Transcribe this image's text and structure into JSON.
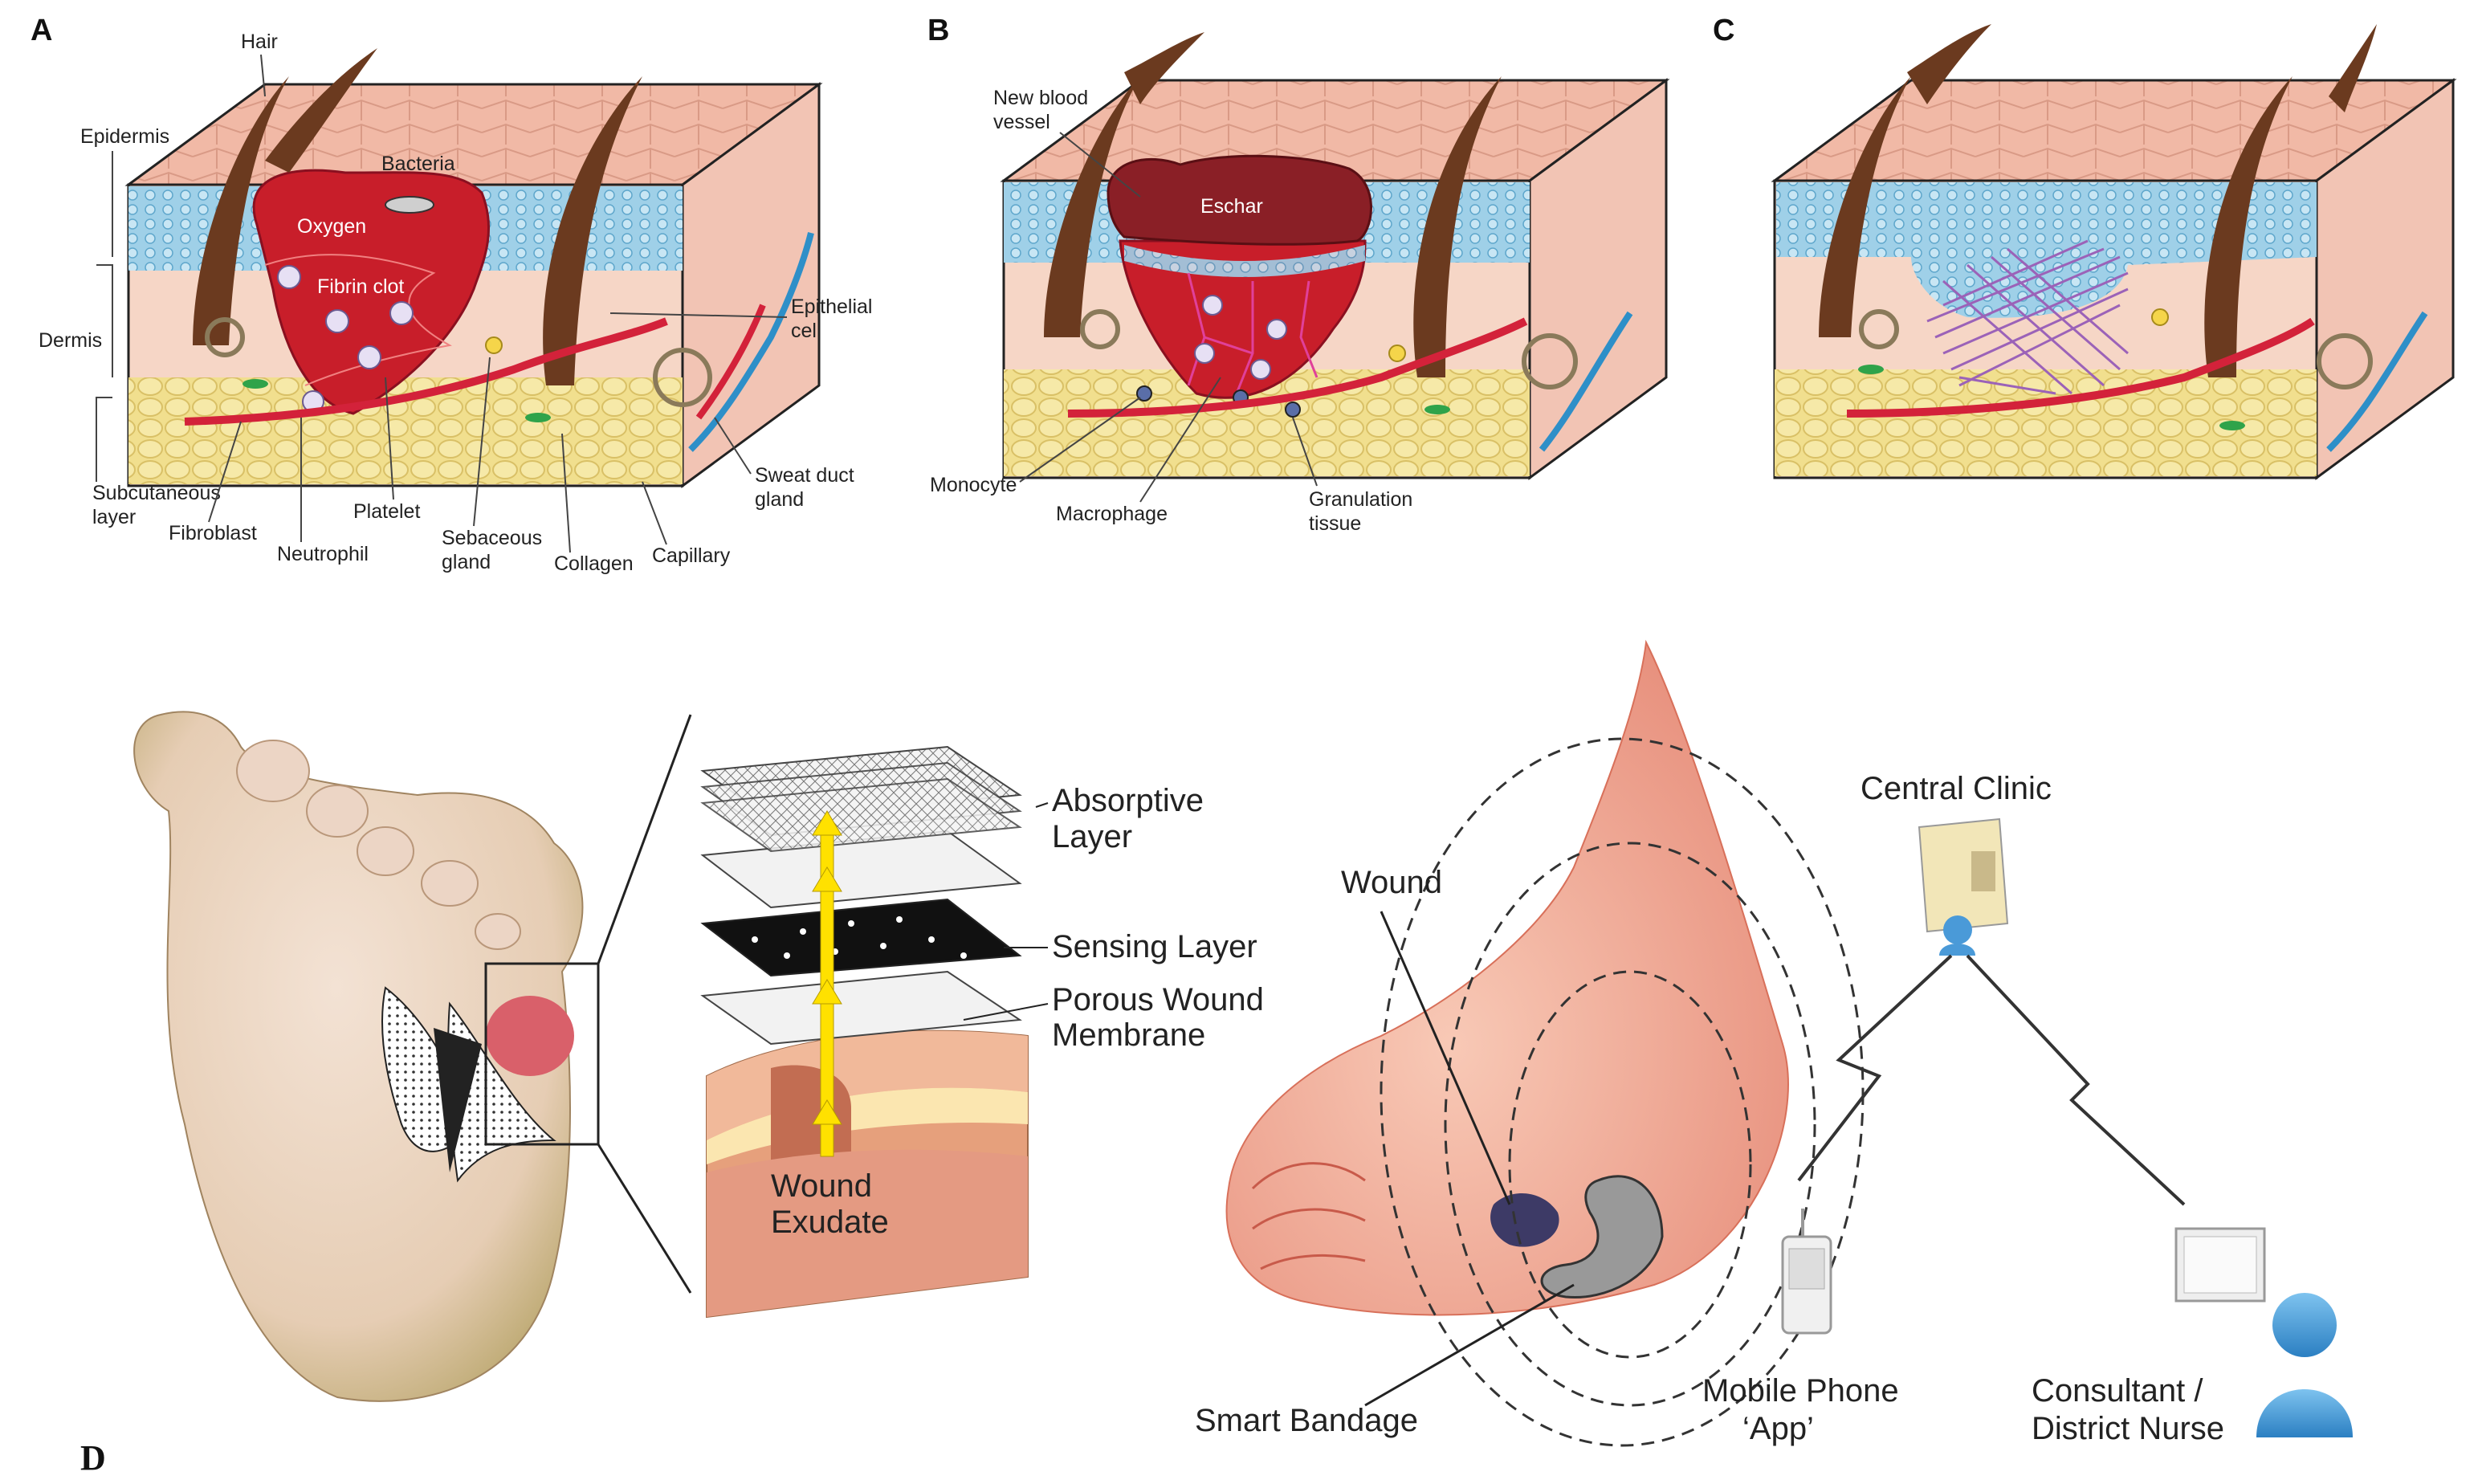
{
  "panels": {
    "a": {
      "letter": "A",
      "labels": {
        "hair": "Hair",
        "epidermis": "Epidermis",
        "bacteria": "Bacteria",
        "oxygen": "Oxygen",
        "fibrin_clot": "Fibrin clot",
        "dermis": "Dermis",
        "epithelial_cell": [
          "Epithelial",
          "cell"
        ],
        "subcutaneous_layer": [
          "Subcutaneous",
          "layer"
        ],
        "fibroblast": "Fibroblast",
        "platelet": "Platelet",
        "neutrophil": "Neutrophil",
        "sebaceous_gland": [
          "Sebaceous",
          "gland"
        ],
        "collagen": "Collagen",
        "capillary": "Capillary",
        "sweat_duct_gland": [
          "Sweat duct",
          "gland"
        ]
      }
    },
    "b": {
      "letter": "B",
      "labels": {
        "new_blood_vessel": [
          "New blood",
          "vessel"
        ],
        "eschar": "Eschar",
        "monocyte": "Monocyte",
        "macrophage": "Macrophage",
        "granulation_tissue": [
          "Granulation",
          "tissue"
        ]
      }
    },
    "c": {
      "letter": "C"
    },
    "d": {
      "letter": "D",
      "labels": {
        "absorptive_layer": [
          "Absorptive",
          "Layer"
        ],
        "sensing_layer": "Sensing Layer",
        "porous_wound_membrane": [
          "Porous Wound",
          "Membrane"
        ],
        "wound_exudate": [
          "Wound",
          "Exudate"
        ],
        "wound": "Wound",
        "central_clinic": "Central Clinic",
        "smart_bandage": "Smart Bandage",
        "mobile_phone_app": [
          "Mobile Phone",
          "‘App’"
        ],
        "consultant": [
          "Consultant /",
          "District Nurse"
        ]
      }
    }
  },
  "colors": {
    "epidermis": "#f1b9a6",
    "epidermis_blue": "#9fd0e8",
    "dermis": "#f6d6c6",
    "subcutaneous": "#f1df8e",
    "wound_red": "#c81e2a",
    "eschar": "#8a1f26",
    "hair": "#6b3a1f",
    "collagen_purple": "#9b62b8",
    "exudate_yellow": "#ffe100"
  }
}
